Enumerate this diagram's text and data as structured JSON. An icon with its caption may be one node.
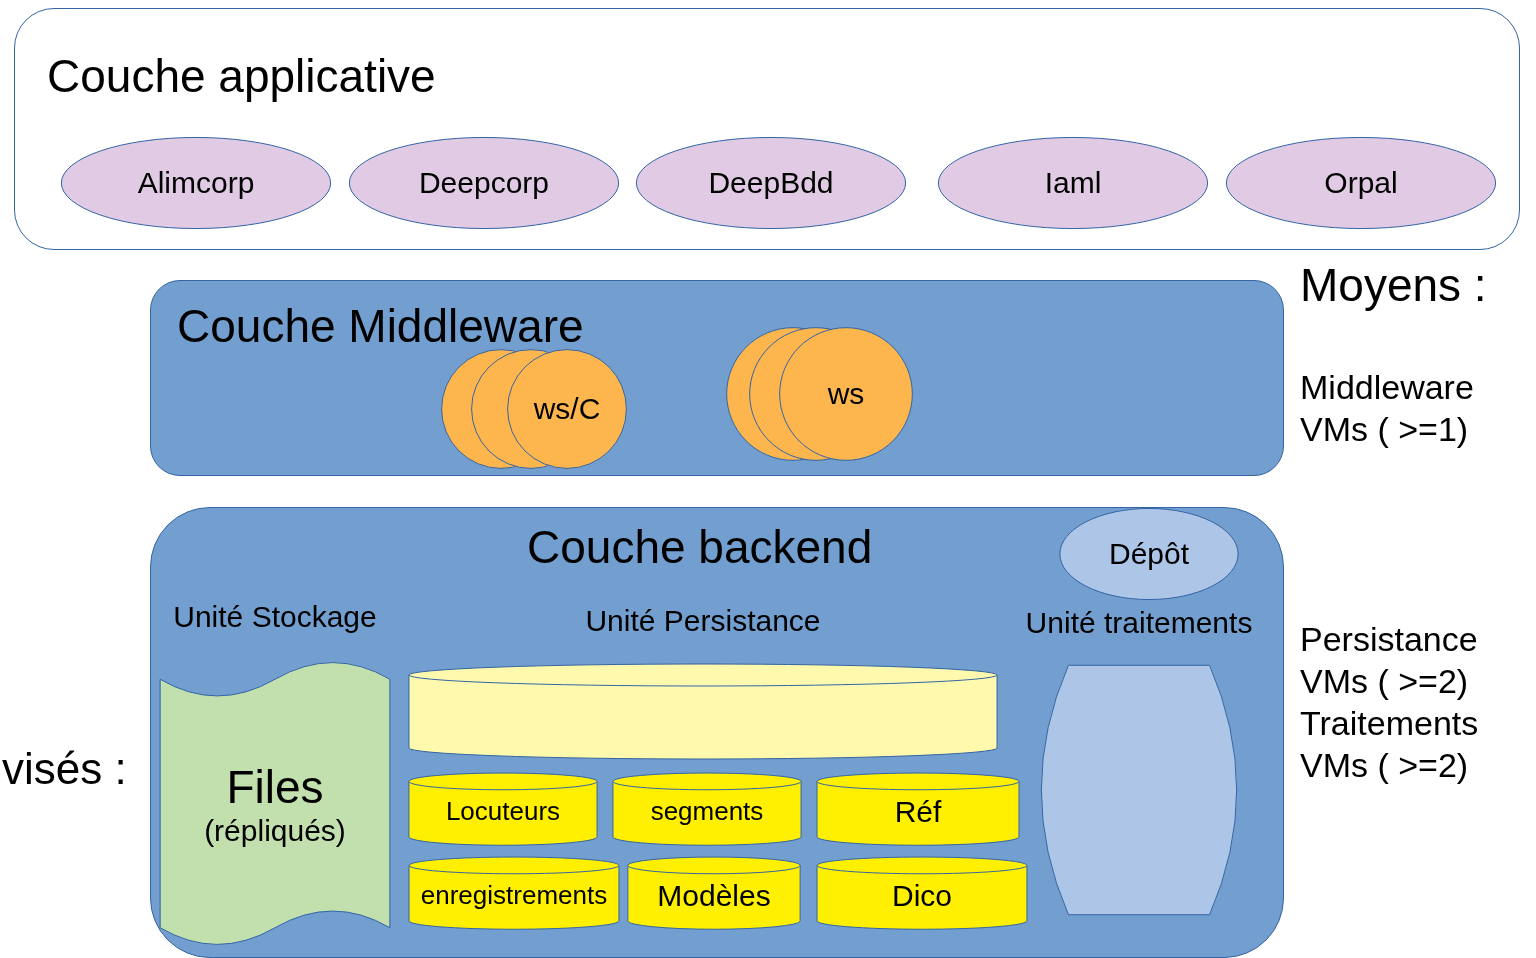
{
  "diagram": {
    "nodes": [
      {
        "text": [
          "Couche applicative"
        ]
      },
      {
        "text": [
          "Alimcorp"
        ],
        "in": 0
      },
      {
        "text": [
          "Deepcorp"
        ],
        "in": 0
      },
      {
        "text": [
          "DeepBdd"
        ],
        "in": 0
      },
      {
        "text": [
          "Iaml"
        ],
        "in": 0
      },
      {
        "text": [
          "Orpal"
        ],
        "in": 0
      },
      {
        "text": [
          "Couche Middleware"
        ]
      },
      {
        "text": [],
        "shape": "circle",
        "in": 6
      },
      {
        "text": [],
        "shape": "circle",
        "in": 6
      },
      {
        "text": [
          "ws/C"
        ],
        "in": 6
      },
      {
        "text": [],
        "shape": "circle",
        "in": 6
      },
      {
        "text": [],
        "shape": "circle",
        "in": 6
      },
      {
        "text": [
          "ws"
        ],
        "in": 6
      },
      {
        "text": [
          "Couche backend"
        ]
      },
      {
        "text": [
          "Dépôt"
        ],
        "in": 13
      },
      {
        "text": [
          "Unité Stockage",
          "Files",
          "(répliqués)"
        ],
        "in": 13
      },
      {
        "text": [
          "Unité Persistance"
        ],
        "in": 13
      },
      {
        "text": [
          "Locuteurs"
        ],
        "in": 13
      },
      {
        "text": [
          "segments"
        ],
        "in": 13
      },
      {
        "text": [
          "Réf"
        ],
        "in": 13
      },
      {
        "text": [
          "enregistrements"
        ],
        "in": 13
      },
      {
        "text": [
          "Modèles"
        ],
        "in": 13
      },
      {
        "text": [
          "Dico"
        ],
        "in": 13
      },
      {
        "text": [
          "Unité traitements"
        ],
        "in": 13
      }
    ],
    "labels": [
      "Moyens :",
      "Middleware",
      "VMs ( >=1)",
      "Persistance",
      "VMs ( >=2)",
      "Traitements",
      "VMs ( >=2)",
      "visés :"
    ]
  }
}
